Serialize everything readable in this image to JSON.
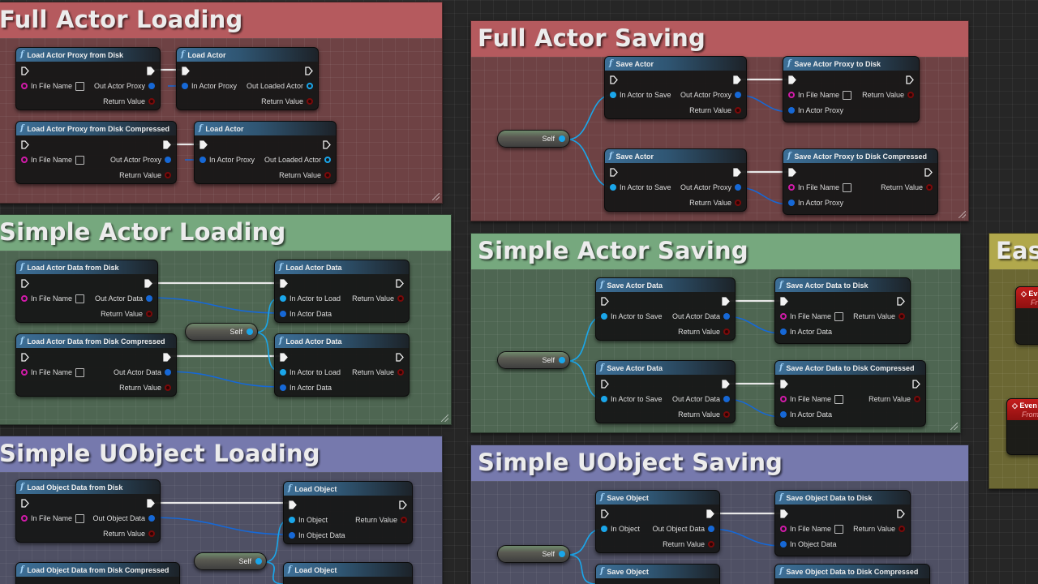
{
  "comments": [
    {
      "id": "full-actor-loading",
      "title": "Full Actor Loading",
      "color": "#b55a5e"
    },
    {
      "id": "full-actor-saving",
      "title": "Full Actor Saving",
      "color": "#b55a5e"
    },
    {
      "id": "simple-actor-loading",
      "title": "Simple Actor Loading",
      "color": "#76a87e"
    },
    {
      "id": "simple-actor-saving",
      "title": "Simple Actor Saving",
      "color": "#76a87e"
    },
    {
      "id": "simple-uobject-loading",
      "title": "Simple UObject Loading",
      "color": "#7679ad"
    },
    {
      "id": "simple-uobject-saving",
      "title": "Simple UObject Saving",
      "color": "#7679ad"
    },
    {
      "id": "easy",
      "title": "Easy",
      "color": "#b1a84c"
    }
  ],
  "nodes": {
    "fal1": {
      "title": "Load Actor Proxy from Disk",
      "in": [
        "In File Name"
      ],
      "out": [
        "Out Actor Proxy",
        "Return Value"
      ]
    },
    "fal2": {
      "title": "Load Actor",
      "in": [
        "In Actor Proxy"
      ],
      "out": [
        "Out Loaded Actor",
        "Return Value"
      ]
    },
    "fal3": {
      "title": "Load Actor Proxy from Disk Compressed",
      "in": [
        "In File Name"
      ],
      "out": [
        "Out Actor Proxy",
        "Return Value"
      ]
    },
    "fal4": {
      "title": "Load Actor",
      "in": [
        "In Actor Proxy"
      ],
      "out": [
        "Out Loaded Actor",
        "Return Value"
      ]
    },
    "fas1": {
      "title": "Save Actor",
      "in": [
        "In Actor to Save"
      ],
      "out": [
        "Out Actor Proxy",
        "Return Value"
      ]
    },
    "fas2": {
      "title": "Save Actor Proxy to Disk",
      "in": [
        "In File Name",
        "In Actor Proxy"
      ],
      "out": [
        "Return Value"
      ]
    },
    "fas3": {
      "title": "Save Actor",
      "in": [
        "In Actor to Save"
      ],
      "out": [
        "Out Actor Proxy",
        "Return Value"
      ]
    },
    "fas4": {
      "title": "Save Actor Proxy to Disk Compressed",
      "in": [
        "In File Name",
        "In Actor Proxy"
      ],
      "out": [
        "Return Value"
      ]
    },
    "sal1": {
      "title": "Load Actor Data from Disk",
      "in": [
        "In File Name"
      ],
      "out": [
        "Out Actor Data",
        "Return Value"
      ]
    },
    "sal2": {
      "title": "Load Actor Data",
      "in": [
        "In Actor to Load",
        "In Actor Data"
      ],
      "out": [
        "Return Value"
      ]
    },
    "sal3": {
      "title": "Load Actor Data from Disk Compressed",
      "in": [
        "In File Name"
      ],
      "out": [
        "Out Actor Data",
        "Return Value"
      ]
    },
    "sal4": {
      "title": "Load Actor Data",
      "in": [
        "In Actor to Load",
        "In Actor Data"
      ],
      "out": [
        "Return Value"
      ]
    },
    "sas1": {
      "title": "Save Actor Data",
      "in": [
        "In Actor to Save"
      ],
      "out": [
        "Out Actor Data",
        "Return Value"
      ]
    },
    "sas2": {
      "title": "Save Actor Data to Disk",
      "in": [
        "In File Name",
        "In Actor Data"
      ],
      "out": [
        "Return Value"
      ]
    },
    "sas3": {
      "title": "Save Actor Data",
      "in": [
        "In Actor to Save"
      ],
      "out": [
        "Out Actor Data",
        "Return Value"
      ]
    },
    "sas4": {
      "title": "Save Actor Data to Disk Compressed",
      "in": [
        "In File Name",
        "In Actor Data"
      ],
      "out": [
        "Return Value"
      ]
    },
    "sol1": {
      "title": "Load Object Data from Disk",
      "in": [
        "In File Name"
      ],
      "out": [
        "Out Object Data",
        "Return Value"
      ]
    },
    "sol2": {
      "title": "Load Object",
      "in": [
        "In Object",
        "In Object Data"
      ],
      "out": [
        "Return Value"
      ]
    },
    "sol3": {
      "title": "Load Object Data from Disk Compressed"
    },
    "sol4": {
      "title": "Load Object"
    },
    "sos1": {
      "title": "Save Object",
      "in": [
        "In Object"
      ],
      "out": [
        "Out Object Data",
        "Return Value"
      ]
    },
    "sos2": {
      "title": "Save Object Data to Disk",
      "in": [
        "In File Name",
        "In Object Data"
      ],
      "out": [
        "Return Value"
      ]
    },
    "sos3": {
      "title": "Save Object"
    },
    "sos4": {
      "title": "Save Object Data to Disk Compressed"
    }
  },
  "self_label": "Self",
  "events": [
    {
      "title": "Ev",
      "subtitle": "Fr"
    },
    {
      "title": "Even",
      "subtitle": "From"
    }
  ],
  "colors": {
    "exec_wire": "#e8e8e8",
    "object_wire": "#1668d6",
    "self_wire": "#1aa6ea",
    "string_pin": "#d11ba8",
    "bool_pin": "#7a0a0a",
    "function_header": "#3d6f97",
    "event_header": "#c41d1d"
  }
}
